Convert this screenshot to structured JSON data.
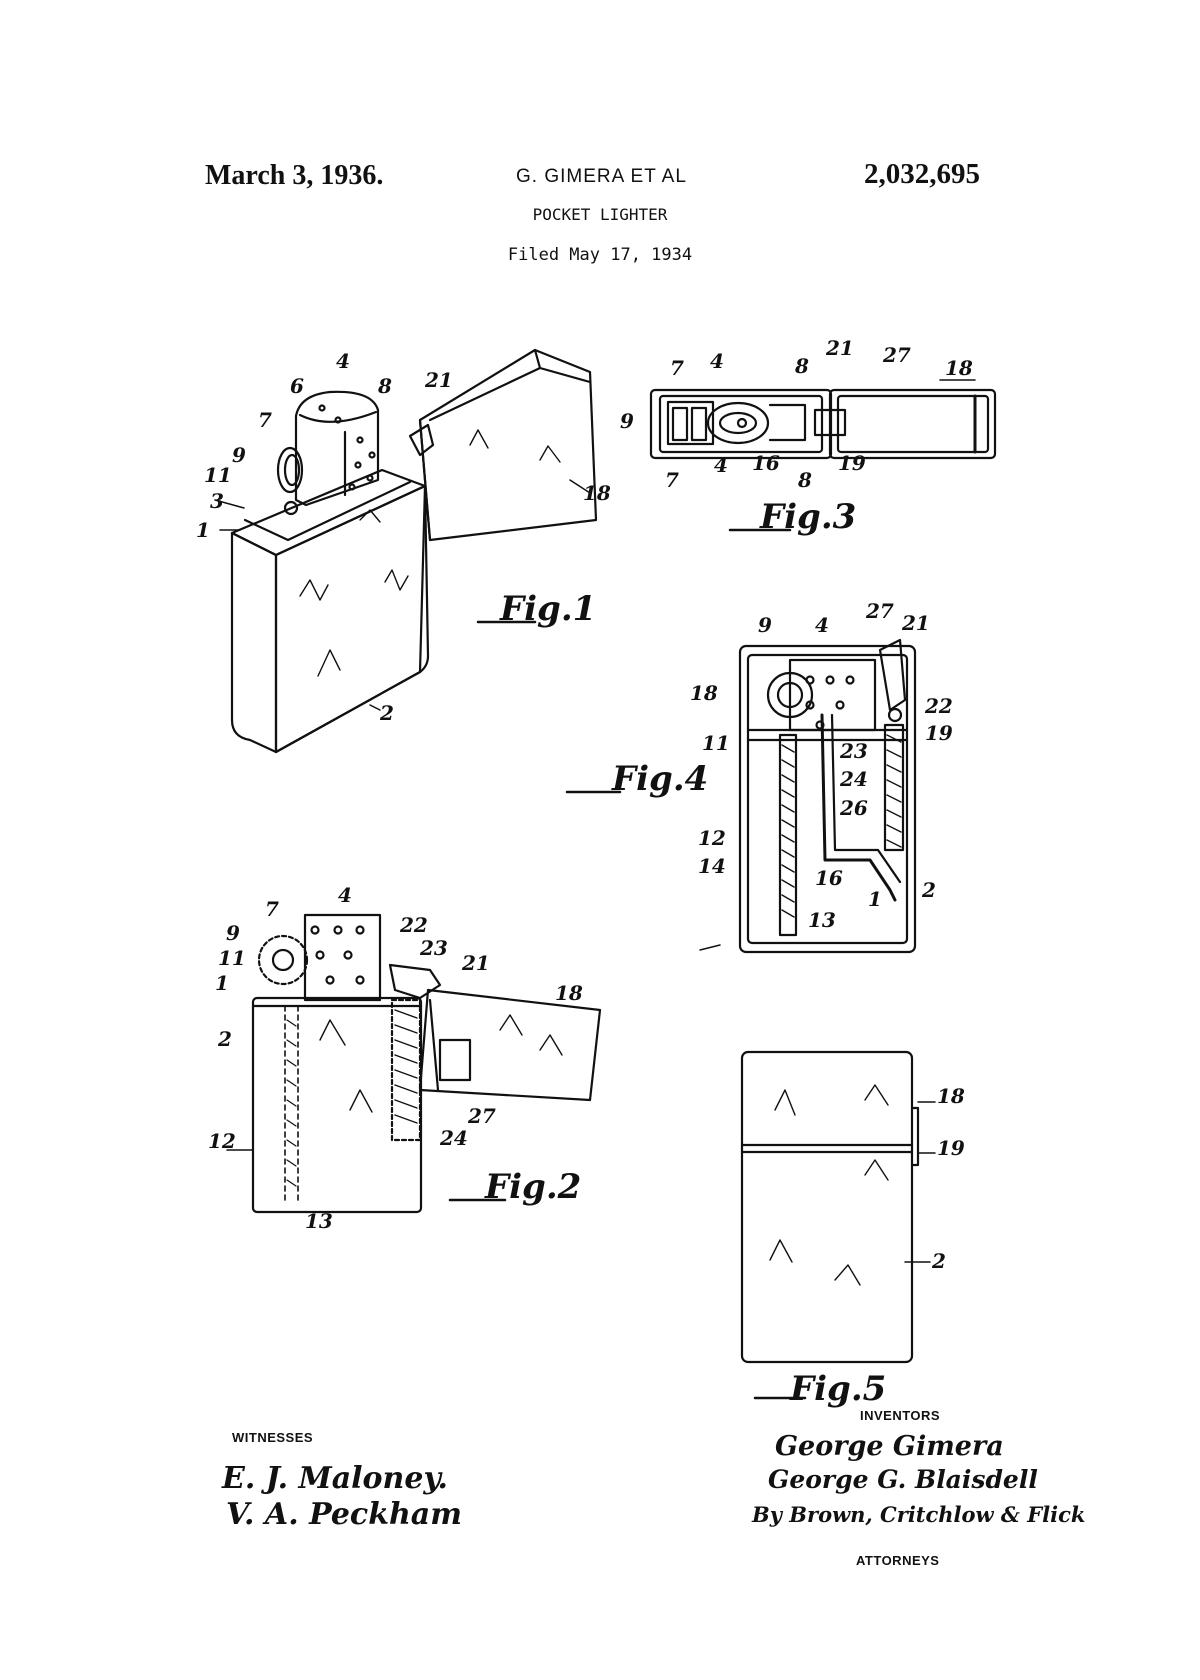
{
  "header": {
    "date": "March 3, 1936.",
    "inventor": "G. GIMERA ET AL",
    "patent_number": "2,032,695",
    "title": "POCKET LIGHTER",
    "filed": "Filed May 17, 1934"
  },
  "figures": {
    "fig1": "Fig.1",
    "fig2": "Fig.2",
    "fig3": "Fig.3",
    "fig4": "Fig.4",
    "fig5": "Fig.5"
  },
  "refs": {
    "r1": "1",
    "r2": "2",
    "r3": "3",
    "r4": "4",
    "r6": "6",
    "r7": "7",
    "r8": "8",
    "r9": "9",
    "r11": "11",
    "r12": "12",
    "r13": "13",
    "r14": "14",
    "r16": "16",
    "r18": "18",
    "r19": "19",
    "r21": "21",
    "r22": "22",
    "r23": "23",
    "r24": "24",
    "r26": "26",
    "r27": "27"
  },
  "footer": {
    "witnesses_label": "WITNESSES",
    "witness_1": "E. J. Maloney.",
    "witness_2": "V. A. Peckham",
    "inventors_label": "INVENTORS",
    "inventor_1": "George Gimera",
    "inventor_2": "George G. Blaisdell",
    "attorney_line": "By Brown, Critchlow & Flick",
    "attorneys_label": "ATTORNEYS"
  }
}
